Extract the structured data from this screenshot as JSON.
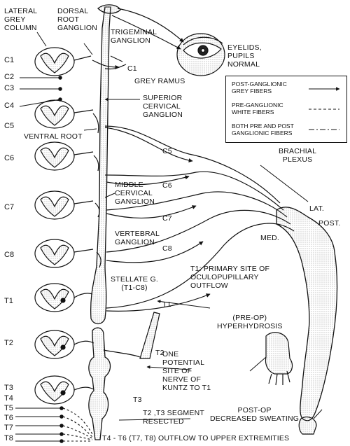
{
  "labels": {
    "lateral_grey_column": "LATERAL\nGREY\nCOLUMN",
    "dorsal_root_ganglion": "DORSAL\nROOT\nGANGLION",
    "trigeminal_ganglion": "TRIGEMINAL\nGANGLION",
    "eyelids": "EYELIDS,\nPUPILS\nNORMAL",
    "grey_ramus": "GREY RAMUS",
    "superior_cervical": "SUPERIOR\nCERVICAL\nGANGLION",
    "ventral_root": "VENTRAL ROOT",
    "brachial_plexus": "BRACHIAL\nPLEXUS",
    "middle_cervical": "MIDDLE\nCERVICAL\nGANGLION",
    "lat": "LAT.",
    "post": "POST.",
    "med": "MED.",
    "vertebral_ganglion": "VERTEBRAL\nGANGLION",
    "stellate": "STELLATE G.\n(T1-C8)",
    "t1_primary": "T1: PRIMARY SITE OF\nOCULOPUPILLARY\nOUTFLOW",
    "preop": "(PRE-OP)\nHYPERHYDROSIS",
    "kuntz": "ONE\nPOTENTIAL\nSITE OF\nNERVE OF\nKUNTZ TO T1",
    "resected": "T2 ,T3 SEGMENT\nRESECTED",
    "postop": "POST-OP\nDECREASED SWEATING",
    "outflow": "T4 - T6 (T7, T8) OUTFLOW TO UPPER EXTREMITIES"
  },
  "nerve_labels": {
    "c1": "C1",
    "c5": "C5",
    "c6": "C6",
    "c7": "C7",
    "c8": "C8",
    "t1": "T1",
    "t2": "T2",
    "t3": "T3"
  },
  "levels": [
    "C1",
    "C2",
    "C3",
    "C4",
    "C5",
    "C6",
    "C7",
    "C8",
    "T1",
    "T2",
    "T3",
    "T4",
    "T5",
    "T6",
    "T7",
    "T8"
  ],
  "legend": {
    "post_ganglionic": "POST-GANGLIONIC\nGREY FIBERS",
    "pre_ganglionic": "PRE-GANGLIONIC\nWHITE FIBERS",
    "both": "BOTH PRE AND POST\nGANGLIONIC FIBERS"
  },
  "colors": {
    "ink": "#111111",
    "stipple": "#9a9a9a",
    "background": "#ffffff"
  }
}
